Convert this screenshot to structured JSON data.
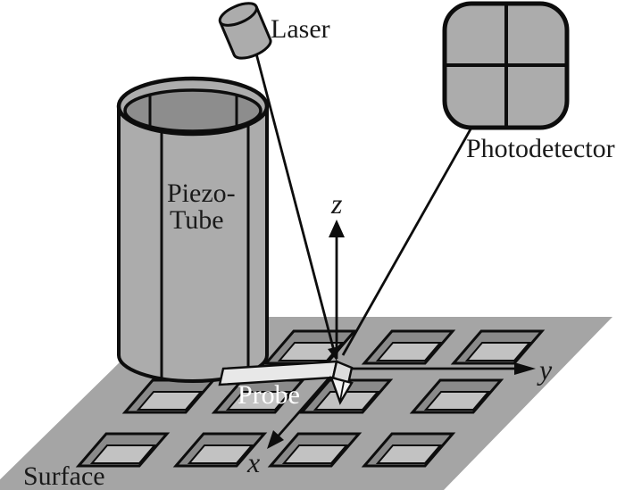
{
  "figure": {
    "labels": {
      "laser": "Laser",
      "photodetector": "Photodetector",
      "piezo_line1": "Piezo-",
      "piezo_line2": "Tube",
      "probe": "Probe",
      "surface": "Surface",
      "axis_x": "x",
      "axis_y": "y",
      "axis_z": "z"
    },
    "colors": {
      "label_text": "#1a1a1a",
      "probe_text": "#ffffff",
      "outline": "#0d0d0d",
      "metal_gray": "#acacac",
      "tube_interior": "#8d8d8d",
      "surface_gray": "#a5a5a5",
      "pit_wall": "#8a8a8a",
      "pit_floor": "#c2c2c2",
      "cantilever": "#e8e8e8",
      "cantilever_end": "#dcdcdc",
      "probe_tip": "#f2f2f2"
    }
  }
}
